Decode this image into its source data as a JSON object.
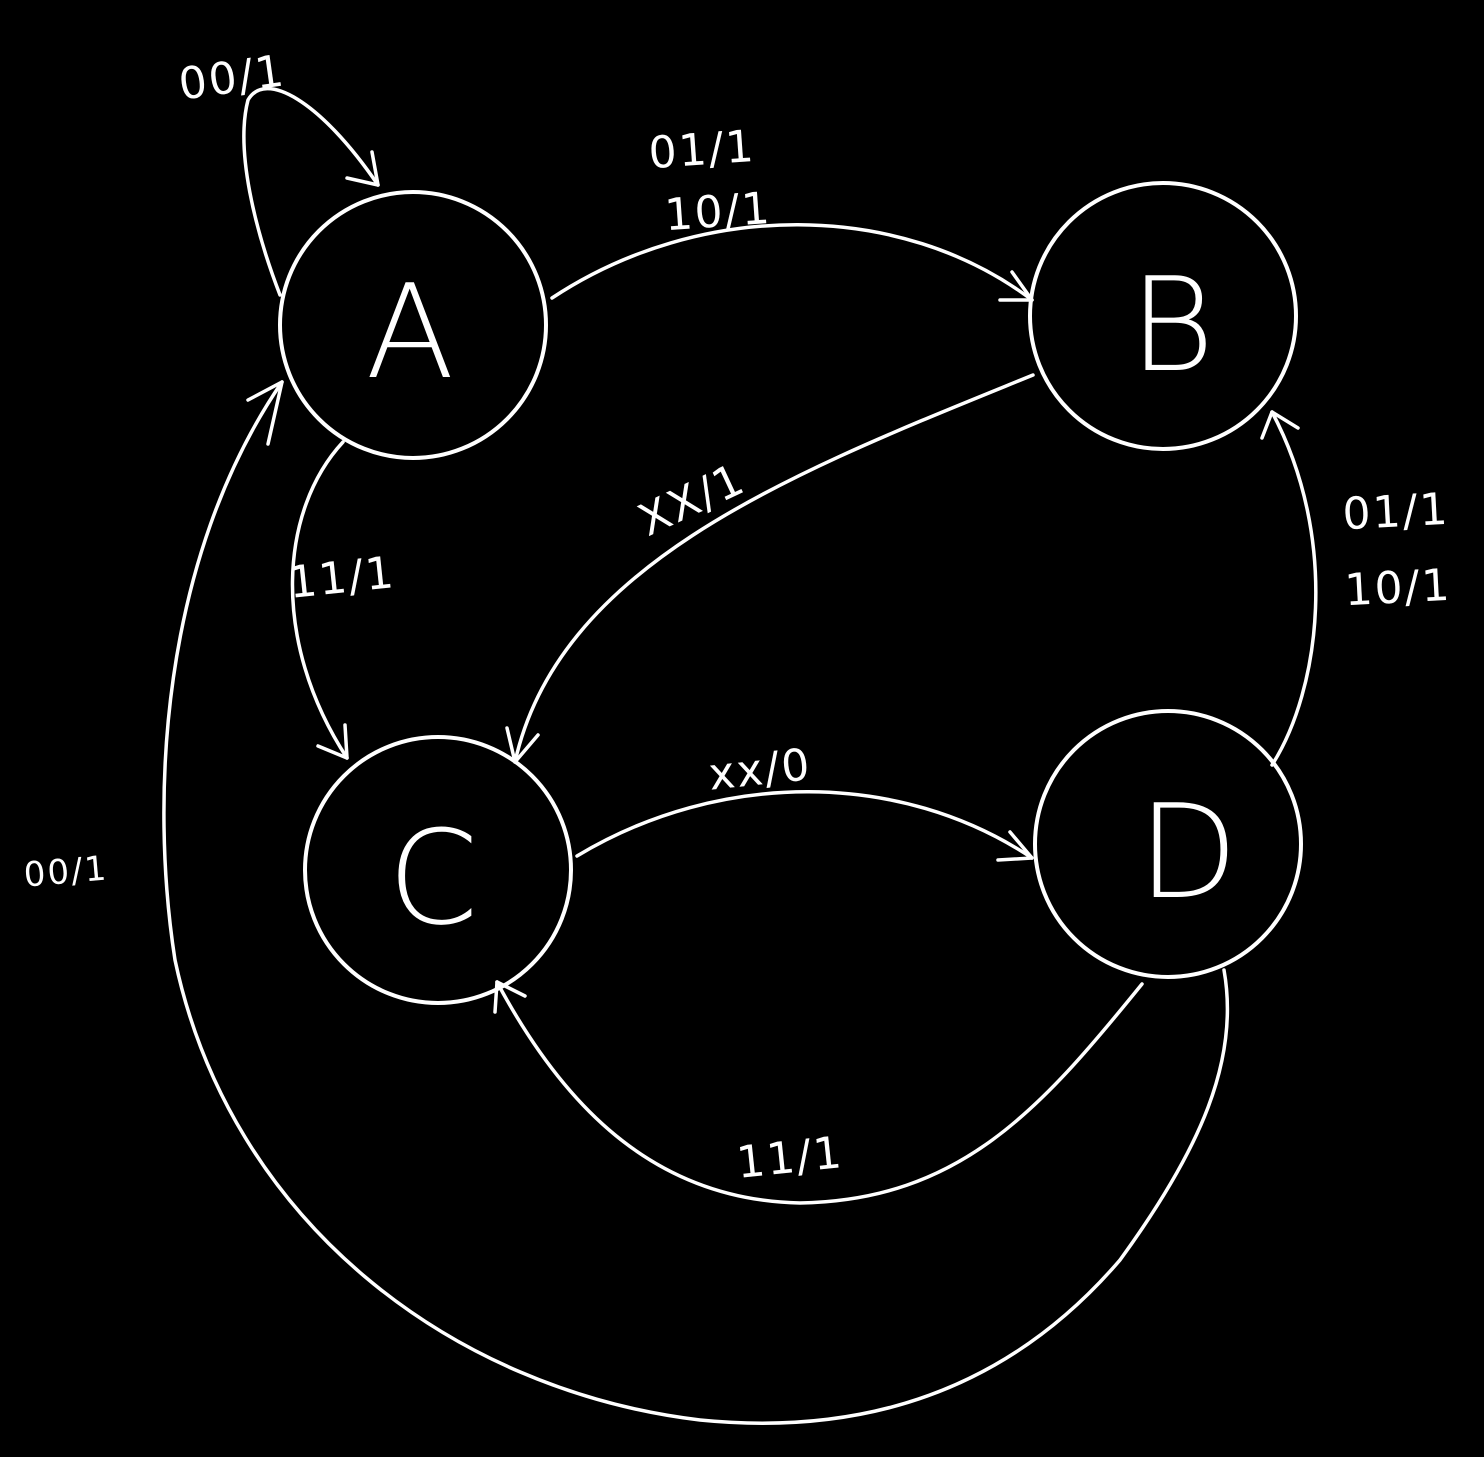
{
  "colors": {
    "background": "#000000",
    "stroke": "#ffffff"
  },
  "states": {
    "a": "A",
    "b": "B",
    "c": "C",
    "d": "D"
  },
  "transitions": {
    "a_self": "00/1",
    "a_to_b_line1": "01/1",
    "a_to_b_line2": "10/1",
    "a_to_c": "11/1",
    "b_to_c": "XX/1",
    "c_to_d": "xx/0",
    "d_to_b_line1": "01/1",
    "d_to_b_line2": "10/1",
    "d_to_c": "11/1",
    "d_to_a": "00/1"
  }
}
